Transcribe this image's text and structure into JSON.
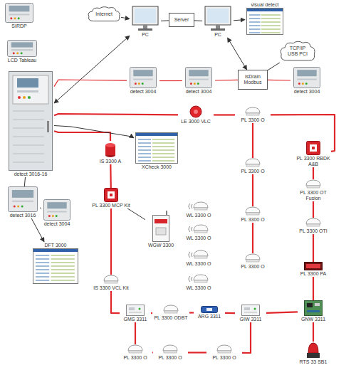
{
  "diagram": {
    "nodes": [
      {
        "text": [
          "SIRDP"
        ]
      },
      {
        "text": [
          "LCD Tableau"
        ]
      },
      {
        "text": [
          "PC"
        ]
      },
      {
        "text": [
          "Server"
        ]
      },
      {
        "text": [
          "PC"
        ]
      },
      {
        "text": [
          "visual detect"
        ]
      },
      {
        "text": [
          "Internet"
        ]
      },
      {
        "text": [
          "TCP/IP USB PCI"
        ]
      },
      {
        "text": [
          "detect 3016-16"
        ]
      },
      {
        "text": [
          "detect 3004"
        ]
      },
      {
        "text": [
          "detect 3004"
        ]
      },
      {
        "text": [
          "isDrain Modbus"
        ]
      },
      {
        "text": [
          "detect 3004"
        ]
      },
      {
        "text": [
          "LE 3000 VLC"
        ]
      },
      {
        "text": [
          "PL 3300 O"
        ]
      },
      {
        "text": [
          "XCheck 3000"
        ]
      },
      {
        "text": [
          "IS 3300 A"
        ]
      },
      {
        "text": [
          "PL 3300 RBDK A&B"
        ]
      },
      {
        "text": [
          "PL 3300 O"
        ]
      },
      {
        "text": [
          "PL 3300 OT Fusion"
        ]
      },
      {
        "text": [
          "PL 3300 MCP Kit"
        ]
      },
      {
        "text": [
          "WGW 3300"
        ]
      },
      {
        "text": [
          "WL 3300 O"
        ]
      },
      {
        "text": [
          "WL 3300 O"
        ]
      },
      {
        "text": [
          "PL 3300 O"
        ]
      },
      {
        "text": [
          "PL 3300 OTI"
        ]
      },
      {
        "text": [
          "WL 3300 O"
        ]
      },
      {
        "text": [
          "WL 3300 O"
        ]
      },
      {
        "text": [
          "PL 3300 O"
        ]
      },
      {
        "text": [
          "PL 3300 PA"
        ]
      },
      {
        "text": [
          "detect 3016"
        ]
      },
      {
        "text": [
          "detect 3004"
        ]
      },
      {
        "text": [
          "DFT 3000"
        ]
      },
      {
        "text": [
          "IS 3300 VCL Kit"
        ]
      },
      {
        "text": [
          "GMS 3311"
        ]
      },
      {
        "text": [
          "PL 3300 ODBT"
        ]
      },
      {
        "text": [
          "ARG 3311"
        ]
      },
      {
        "text": [
          "GIW 3311"
        ]
      },
      {
        "text": [
          "GNW 3311"
        ]
      },
      {
        "text": [
          "PL 3300 O"
        ]
      },
      {
        "text": [
          "PL 3300 O"
        ]
      },
      {
        "text": [
          "PL 3300 O"
        ]
      },
      {
        "text": [
          "RTS 33 SB1"
        ]
      }
    ],
    "edges": [
      {
        "from": 2,
        "to": 8,
        "arrow": "both"
      },
      {
        "from": 6,
        "to": 2,
        "arrow": "to"
      },
      {
        "from": 2,
        "to": 3,
        "arrow": "none"
      },
      {
        "from": 3,
        "to": 4,
        "arrow": "none"
      },
      {
        "from": 4,
        "to": 5,
        "arrow": "to"
      },
      {
        "from": 4,
        "to": 11,
        "arrow": "both"
      },
      {
        "from": 7,
        "to": 11,
        "arrow": "none"
      },
      {
        "from": 8,
        "to": 9,
        "arrow": "none"
      },
      {
        "from": 9,
        "to": 10,
        "arrow": "none"
      },
      {
        "from": 10,
        "to": 11,
        "arrow": "none"
      },
      {
        "from": 11,
        "to": 12,
        "arrow": "none"
      },
      {
        "from": 8,
        "to": 13,
        "arrow": "none"
      },
      {
        "from": 13,
        "to": 14,
        "arrow": "none"
      },
      {
        "from": 14,
        "to": 17,
        "arrow": "none"
      },
      {
        "from": 17,
        "to": 19,
        "arrow": "none"
      },
      {
        "from": 19,
        "to": 25,
        "arrow": "none"
      },
      {
        "from": 25,
        "to": 29,
        "arrow": "none"
      },
      {
        "from": 29,
        "to": 38,
        "arrow": "none"
      },
      {
        "from": 38,
        "to": 42,
        "arrow": "none"
      },
      {
        "from": 38,
        "to": 37,
        "arrow": "none"
      },
      {
        "from": 37,
        "to": 36,
        "arrow": "none"
      },
      {
        "from": 36,
        "to": 35,
        "arrow": "none"
      },
      {
        "from": 35,
        "to": 34,
        "arrow": "none"
      },
      {
        "from": 34,
        "to": 33,
        "arrow": "none"
      },
      {
        "from": 33,
        "to": 20,
        "arrow": "none"
      },
      {
        "from": 20,
        "to": 16,
        "arrow": "none"
      },
      {
        "from": 16,
        "to": 8,
        "arrow": "none"
      },
      {
        "from": 14,
        "to": 18,
        "arrow": "none"
      },
      {
        "from": 18,
        "to": 24,
        "arrow": "none"
      },
      {
        "from": 24,
        "to": 28,
        "arrow": "none"
      },
      {
        "from": 34,
        "to": 39,
        "arrow": "none"
      },
      {
        "from": 39,
        "to": 40,
        "arrow": "none"
      },
      {
        "from": 40,
        "to": 41,
        "arrow": "none"
      },
      {
        "from": 41,
        "to": 37,
        "arrow": "none"
      },
      {
        "from": 8,
        "to": 15,
        "arrow": "to"
      },
      {
        "from": 20,
        "to": 21,
        "arrow": "none"
      },
      {
        "from": 8,
        "to": 30,
        "arrow": "none"
      },
      {
        "from": 30,
        "to": 31,
        "arrow": "none"
      },
      {
        "from": 30,
        "to": 32,
        "arrow": "to"
      }
    ]
  }
}
